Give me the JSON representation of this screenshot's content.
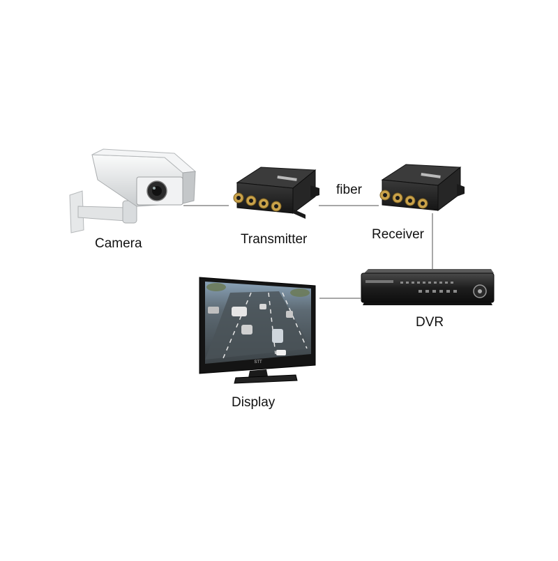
{
  "diagram": {
    "labels": {
      "camera": "Camera",
      "transmitter": "Transmitter",
      "receiver": "Receiver",
      "fiber": "fiber",
      "dvr": "DVR",
      "display": "Display"
    },
    "monitor_brand": "STT",
    "colors": {
      "device_body": "#1c1c1c",
      "device_front": "#2a2a2a",
      "bnc_gold": "#c9a24a",
      "camera_body": "#eef0f1",
      "line": "#8a8a8a",
      "text": "#111111"
    }
  }
}
